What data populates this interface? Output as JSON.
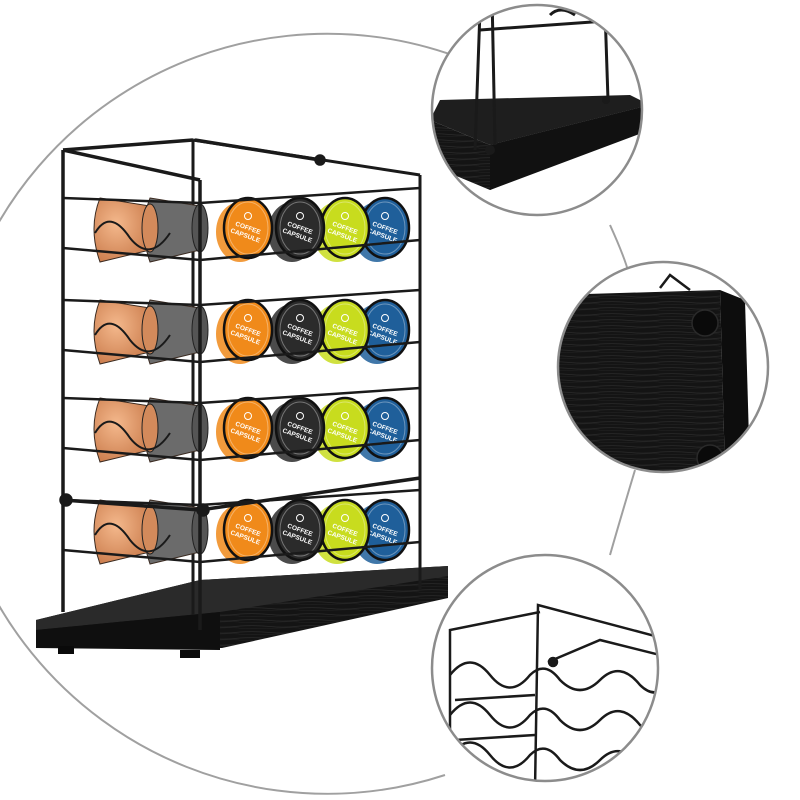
{
  "product": {
    "capsule_label_line1": "COFFEE",
    "capsule_label_line2": "CAPSULE",
    "rows": [
      {
        "visible_capsules": [
          "tan",
          "grey",
          "orange",
          "black",
          "lime",
          "blue"
        ]
      },
      {
        "visible_capsules": [
          "tan",
          "grey",
          "orange",
          "black",
          "lime",
          "blue"
        ]
      },
      {
        "visible_capsules": [
          "tan",
          "grey",
          "orange",
          "black",
          "lime",
          "blue"
        ]
      },
      {
        "visible_capsules": [
          "tan",
          "grey",
          "orange",
          "black",
          "lime",
          "blue"
        ]
      }
    ]
  },
  "colors": {
    "background": "#ffffff",
    "frame_wire": "#1a1a1a",
    "wood_base": "#141414",
    "capsule_tan": "#e8a071",
    "capsule_grey": "#6b6b6b",
    "capsule_orange": "#f08a1a",
    "capsule_black": "#2b2b2b",
    "capsule_lime": "#c8dc1e",
    "capsule_blue": "#1f5f9a",
    "circle_outline": "#9a9a9a"
  },
  "detail_views": [
    {
      "subject": "base-corner-with-frame-post"
    },
    {
      "subject": "base-underside-non-slip-pads"
    },
    {
      "subject": "wire-rack-wave-structure"
    }
  ]
}
